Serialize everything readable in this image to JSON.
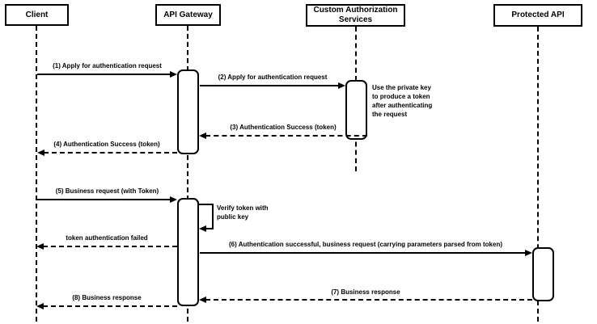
{
  "diagram": {
    "type": "uml-sequence-diagram",
    "colors": {
      "stroke": "#000000",
      "fill": "#ffffff",
      "background": "#ffffff"
    },
    "actors": [
      {
        "id": "client",
        "label": "Client"
      },
      {
        "id": "api-gateway",
        "label": "API Gateway"
      },
      {
        "id": "custom-auth",
        "label": "Custom Authorization Services"
      },
      {
        "id": "protected-api",
        "label": "Protected API"
      }
    ],
    "messages": [
      {
        "label": "(1) Apply for authentication request",
        "from": "Client",
        "to": "API Gateway",
        "style": "solid"
      },
      {
        "label": "(2) Apply for authentication request",
        "from": "API Gateway",
        "to": "Custom Authorization Services",
        "style": "solid"
      },
      {
        "label": "(3) Authentication Success (token)",
        "from": "Custom Authorization Services",
        "to": "API Gateway",
        "style": "dashed"
      },
      {
        "label": "(4) Authentication Success (token)",
        "from": "API Gateway",
        "to": "Client",
        "style": "dashed"
      },
      {
        "label": "(5) Business request (with Token)",
        "from": "Client",
        "to": "API Gateway",
        "style": "solid"
      },
      {
        "label": "Verify token with public key",
        "from": "API Gateway",
        "to": "API Gateway",
        "style": "self"
      },
      {
        "label": "token authentication failed",
        "from": "API Gateway",
        "to": "Client",
        "style": "dashed"
      },
      {
        "label": "(6) Authentication successful, business request (carrying parameters parsed from token)",
        "from": "API Gateway",
        "to": "Protected API",
        "style": "solid"
      },
      {
        "label": "(7) Business response",
        "from": "Protected API",
        "to": "API Gateway",
        "style": "dashed"
      },
      {
        "label": "(8) Business response",
        "from": "API Gateway",
        "to": "Client",
        "style": "dashed"
      }
    ],
    "note": {
      "label": "Use the private key to produce a token after authenticating the request",
      "attached_to": "Custom Authorization Services"
    }
  }
}
